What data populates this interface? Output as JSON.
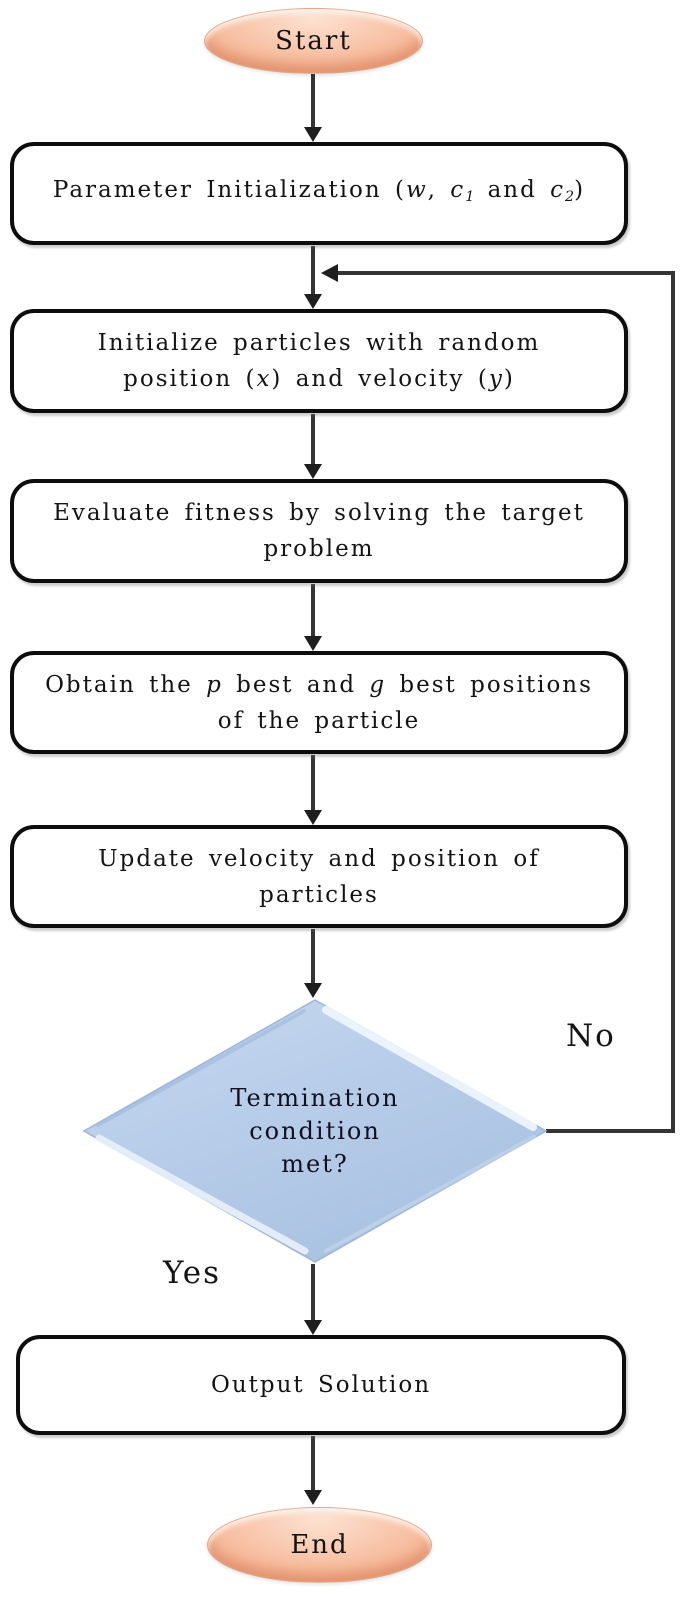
{
  "flow": {
    "nodes": {
      "start": {
        "label": "Start"
      },
      "param_init": {
        "parts": [
          "Parameter Initialization (",
          "w",
          ", ",
          "c",
          "1",
          " and ",
          "c",
          "2",
          ")"
        ]
      },
      "init_particles": {
        "line1": "Initialize particles with random",
        "line2_parts": [
          "position (",
          "x",
          ") and velocity (",
          "y",
          ")"
        ]
      },
      "evaluate_fitness": {
        "line1": "Evaluate fitness by solving the target",
        "line2": "problem"
      },
      "obtain_best": {
        "line1_parts": [
          "Obtain the ",
          "p",
          " best and ",
          "g",
          " best positions"
        ],
        "line2": "of the particle"
      },
      "update_particles": {
        "line1": "Update velocity and position of",
        "line2": "particles"
      },
      "termination": {
        "line1": "Termination",
        "line2": "condition",
        "line3": "met?"
      },
      "output": {
        "label": "Output Solution"
      },
      "end": {
        "label": "End"
      }
    },
    "edge_labels": {
      "no": "No",
      "yes": "Yes"
    },
    "colors": {
      "terminator_fill": "#F5B295",
      "terminator_highlight": "#FCE2D1",
      "decision_fill": "#B5CBE8",
      "decision_highlight": "#EEF5FD",
      "process_fill": "#FFFFFF",
      "process_border": "#0D0D0D",
      "arrow_line": "#343434",
      "text": "#141414"
    }
  }
}
